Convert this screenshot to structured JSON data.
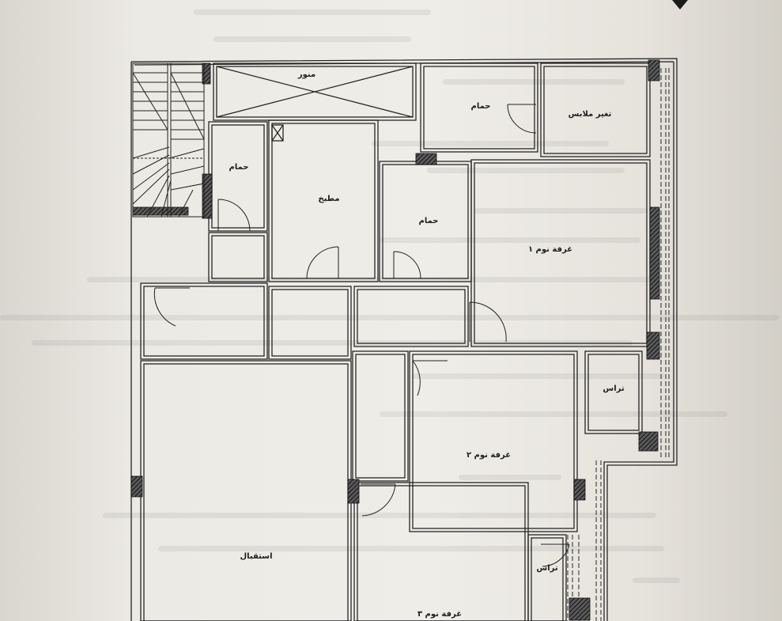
{
  "labels": {
    "mantour": "منور",
    "hammam_top_right": "حمام",
    "dressing": "تغير ملابس",
    "hammam_left": "حمام",
    "kitchen": "مطبخ",
    "hammam_middle": "حمام",
    "bedroom_1": "غرفة نوم ١",
    "terrace_1": "تراس",
    "bedroom_2": "غرفة نوم ٢",
    "reception": "استقبال",
    "terrace_2": "تراس",
    "bedroom_3": "غرفة نوم ٣"
  }
}
